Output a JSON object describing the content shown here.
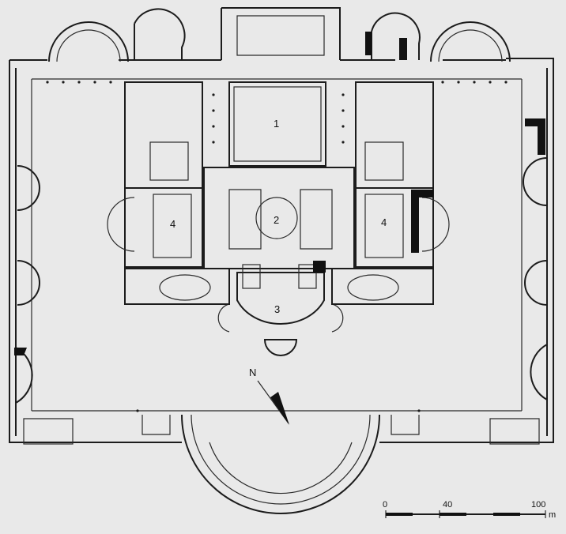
{
  "rooms": [
    {
      "id": "natatio",
      "label": "1"
    },
    {
      "id": "frigidarium",
      "label": "2"
    },
    {
      "id": "caldarium",
      "label": "3"
    },
    {
      "id": "palaestra-west",
      "label": "4"
    },
    {
      "id": "palaestra-east",
      "label": "4"
    }
  ],
  "north_arrow": {
    "label": "N"
  },
  "scale_bar": {
    "ticks": [
      "0",
      "40",
      "100"
    ],
    "unit": "m"
  }
}
